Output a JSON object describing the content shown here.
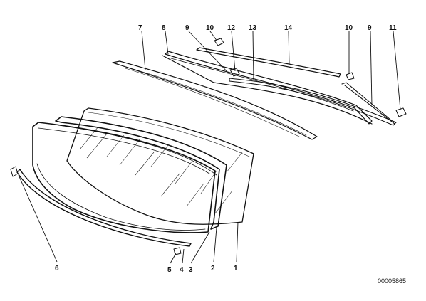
{
  "diagram": {
    "reference_code": "00005865",
    "callouts": [
      "7",
      "8",
      "9",
      "10",
      "12",
      "13",
      "14",
      "10",
      "9",
      "11",
      "6",
      "5",
      "4",
      "3",
      "2",
      "1"
    ],
    "colors": {
      "ink": "#111111",
      "paper": "#ffffff",
      "glass_hatch": "#222222"
    }
  }
}
